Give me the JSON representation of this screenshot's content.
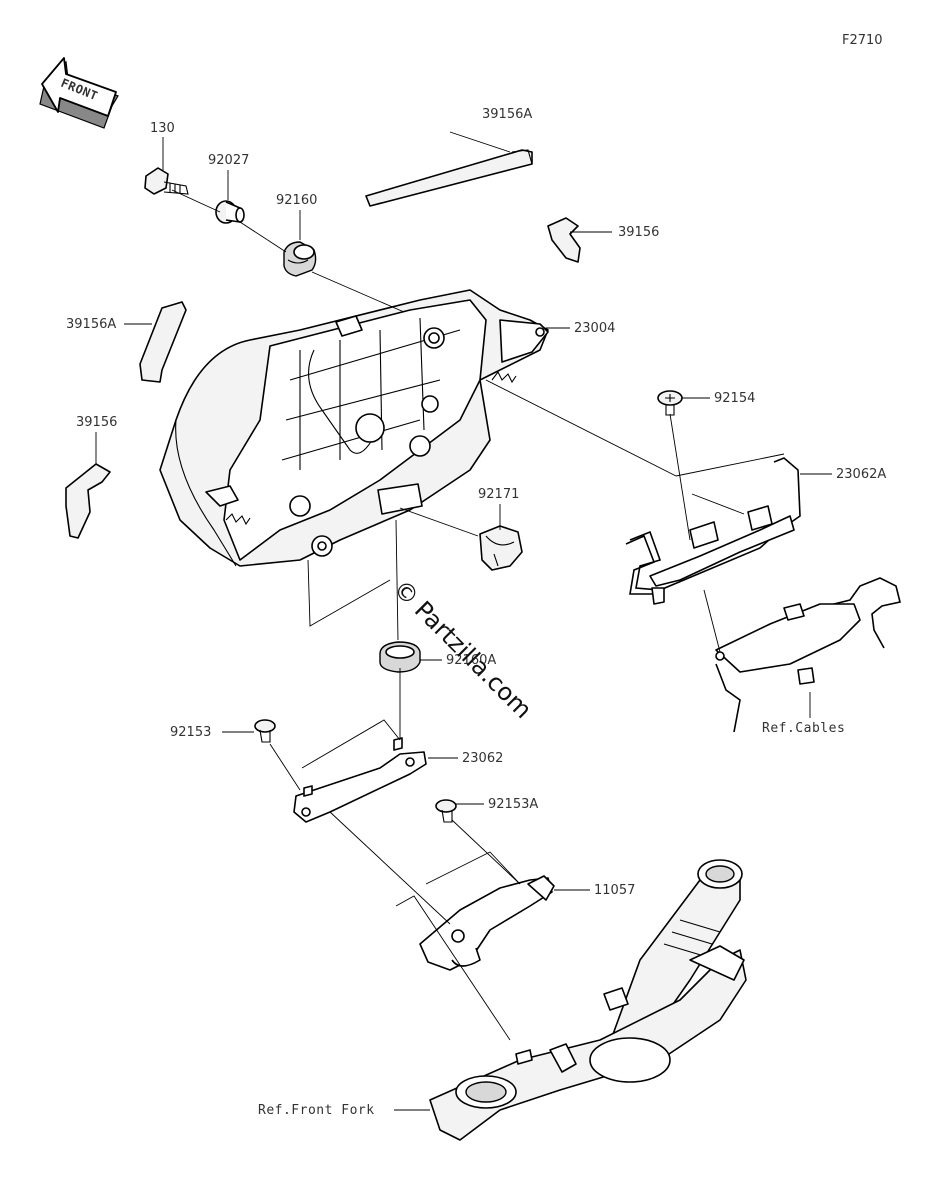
{
  "diagram_code": "F2710",
  "front_arrow": {
    "text": "FRONT",
    "icon": "front-arrow-icon"
  },
  "watermark": {
    "symbol": "©",
    "text": "Partzilla.com"
  },
  "callouts": [
    {
      "id": "130",
      "label": "130"
    },
    {
      "id": "92027",
      "label": "92027"
    },
    {
      "id": "92160",
      "label": "92160"
    },
    {
      "id": "39156A-top",
      "label": "39156A"
    },
    {
      "id": "39156-right",
      "label": "39156"
    },
    {
      "id": "39156A-left",
      "label": "39156A"
    },
    {
      "id": "23004",
      "label": "23004"
    },
    {
      "id": "39156-left",
      "label": "39156"
    },
    {
      "id": "92154",
      "label": "92154"
    },
    {
      "id": "23062A",
      "label": "23062A"
    },
    {
      "id": "92171",
      "label": "92171"
    },
    {
      "id": "92160A",
      "label": "92160A"
    },
    {
      "id": "92153",
      "label": "92153"
    },
    {
      "id": "23062",
      "label": "23062"
    },
    {
      "id": "92153A",
      "label": "92153A"
    },
    {
      "id": "11057",
      "label": "11057"
    }
  ],
  "references": [
    {
      "id": "ref-cables",
      "label": "Ref.Cables"
    },
    {
      "id": "ref-front-fork",
      "label": "Ref.Front Fork"
    }
  ]
}
